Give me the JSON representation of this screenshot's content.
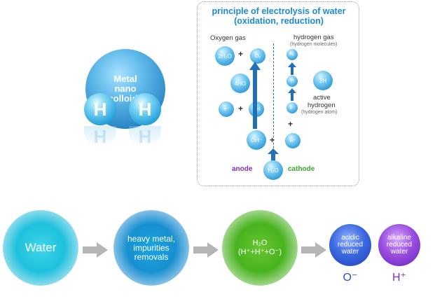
{
  "molecule": {
    "metal_lines": [
      "Metal",
      "nano",
      "colloids"
    ],
    "h_left": "H",
    "h_right": "H"
  },
  "panel": {
    "title_line1": "principle of electrolysis of water",
    "title_line2": "(oxidation, reduction)",
    "oxygen_gas": "Oxygen gas",
    "hydrogen_gas": "hydrogen gas",
    "hydrogen_molecules": "(hydrogen molecules)",
    "active_hydrogen_1": "active",
    "active_hydrogen_2": "hydrogen",
    "hydrogen_atom": "(hydrogen atom)",
    "anode": "anode",
    "cathode": "cathode",
    "anode_color": "#7a2fb8",
    "cathode_color": "#3aa52a",
    "m_2h2o": "2H₂O",
    "m_o2": "O₂",
    "m_4ho": "4HO",
    "m_e_left": "e⁻",
    "m_oh": "OH",
    "m_oh_minus": "OH⁻",
    "m_h2": "H₂",
    "m_h": "H",
    "m_2h": "2H",
    "m_e_right": "e⁻",
    "m_h_plus": "H⁺",
    "m_h2o": "H₂O",
    "plus": "+"
  },
  "process": {
    "water": "Water",
    "metal": "heavy metal, impurities removals",
    "h2o_line1": "H₂O",
    "h2o_line2": "(H⁺+H⁺+O⁻)",
    "acidic": "acidic reduced water",
    "alkaline": "alkaline reduced water",
    "ion_acid": "O⁻",
    "ion_alk": "H⁺"
  }
}
